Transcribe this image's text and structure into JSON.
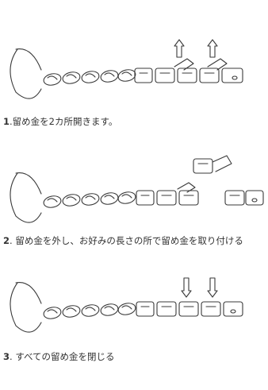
{
  "steps": [
    {
      "number": "1",
      "text": "留め金を2カ所開きます。"
    },
    {
      "number": "2",
      "text": " 留め金を外し、お好みの長さの所で留め金を取り付ける"
    },
    {
      "number": "3",
      "text": " すべての留め金を閉じる"
    }
  ],
  "illustrations": [
    {
      "name": "open-clasps",
      "arrows": "up"
    },
    {
      "name": "remove-links",
      "arrows": "none"
    },
    {
      "name": "close-clasps",
      "arrows": "down"
    }
  ],
  "colors": {
    "line": "#3a3a3a",
    "text": "#333333",
    "background": "#ffffff"
  }
}
